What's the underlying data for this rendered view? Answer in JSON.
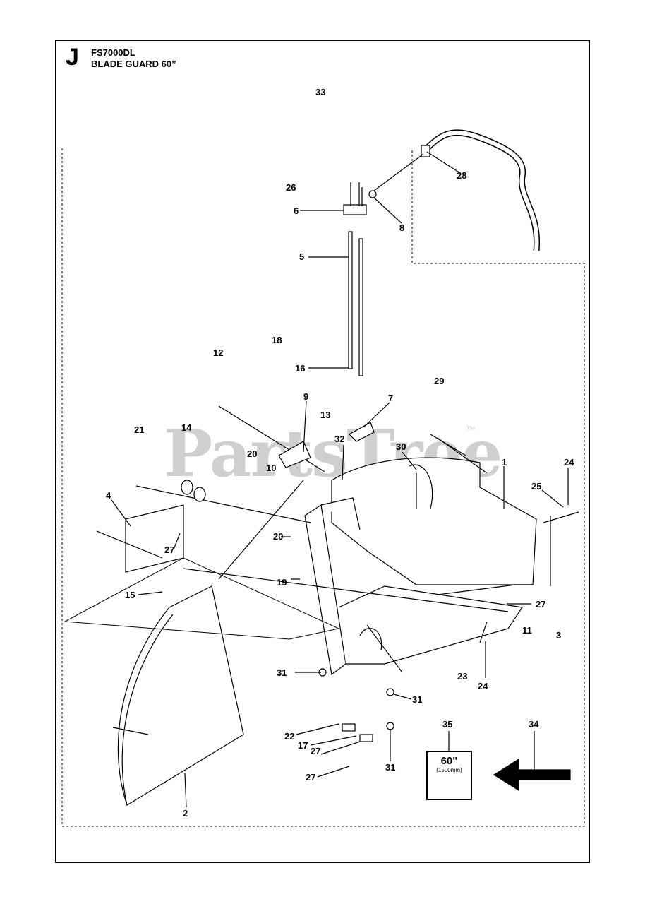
{
  "header": {
    "section_letter": "J",
    "model": "FS7000DL",
    "title": "BLADE GUARD 60”"
  },
  "watermark": {
    "text": "PartsTree",
    "trademark": "™"
  },
  "badge": {
    "size": "60\"",
    "metric": "(1500mm)"
  },
  "callouts": [
    {
      "id": "c33",
      "label": "33"
    },
    {
      "id": "c28",
      "label": "28"
    },
    {
      "id": "c26",
      "label": "26"
    },
    {
      "id": "c6",
      "label": "6"
    },
    {
      "id": "c8",
      "label": "8"
    },
    {
      "id": "c5",
      "label": "5"
    },
    {
      "id": "c18",
      "label": "18"
    },
    {
      "id": "c12",
      "label": "12"
    },
    {
      "id": "c16",
      "label": "16"
    },
    {
      "id": "c29",
      "label": "29"
    },
    {
      "id": "c9",
      "label": "9"
    },
    {
      "id": "c7",
      "label": "7"
    },
    {
      "id": "c13",
      "label": "13"
    },
    {
      "id": "c21",
      "label": "21"
    },
    {
      "id": "c14",
      "label": "14"
    },
    {
      "id": "c32",
      "label": "32"
    },
    {
      "id": "c30",
      "label": "30"
    },
    {
      "id": "c20a",
      "label": "20"
    },
    {
      "id": "c10",
      "label": "10"
    },
    {
      "id": "c1",
      "label": "1"
    },
    {
      "id": "c24a",
      "label": "24"
    },
    {
      "id": "c25",
      "label": "25"
    },
    {
      "id": "c4",
      "label": "4"
    },
    {
      "id": "c20b",
      "label": "20"
    },
    {
      "id": "c27a",
      "label": "27"
    },
    {
      "id": "c19",
      "label": "19"
    },
    {
      "id": "c15",
      "label": "15"
    },
    {
      "id": "c27b",
      "label": "27"
    },
    {
      "id": "c11",
      "label": "11"
    },
    {
      "id": "c3",
      "label": "3"
    },
    {
      "id": "c31a",
      "label": "31"
    },
    {
      "id": "c23",
      "label": "23"
    },
    {
      "id": "c24b",
      "label": "24"
    },
    {
      "id": "c31b",
      "label": "31"
    },
    {
      "id": "c35",
      "label": "35"
    },
    {
      "id": "c34",
      "label": "34"
    },
    {
      "id": "c22",
      "label": "22"
    },
    {
      "id": "c17",
      "label": "17"
    },
    {
      "id": "c27c",
      "label": "27"
    },
    {
      "id": "c31c",
      "label": "31"
    },
    {
      "id": "c27d",
      "label": "27"
    },
    {
      "id": "c2",
      "label": "2"
    }
  ]
}
